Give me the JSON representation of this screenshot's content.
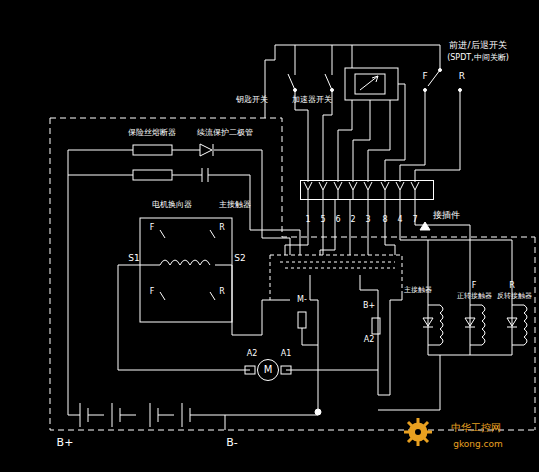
{
  "diagram": {
    "nodes": [
      {
        "text": [
          "接插件"
        ]
      },
      {
        "text": [
          "M"
        ]
      }
    ],
    "labels": [
      "前进/后退开关",
      "(SPDT,中间关断)",
      "钥匙开关",
      "加速器开关",
      "F",
      "R",
      "保险丝熔断器",
      "续流保护二极管",
      "电机换向器",
      "主接触器",
      "F",
      "R",
      "S1",
      "S2",
      "F",
      "R",
      "1",
      "5",
      "6",
      "2",
      "3",
      "8",
      "4",
      "7",
      "M-",
      "B+",
      "A2",
      "A2",
      "A1",
      "B+",
      "B-",
      "主接触器",
      "F",
      "正转接触器",
      "R",
      "反转接触器",
      "中华工控网",
      "gkong.com"
    ]
  }
}
